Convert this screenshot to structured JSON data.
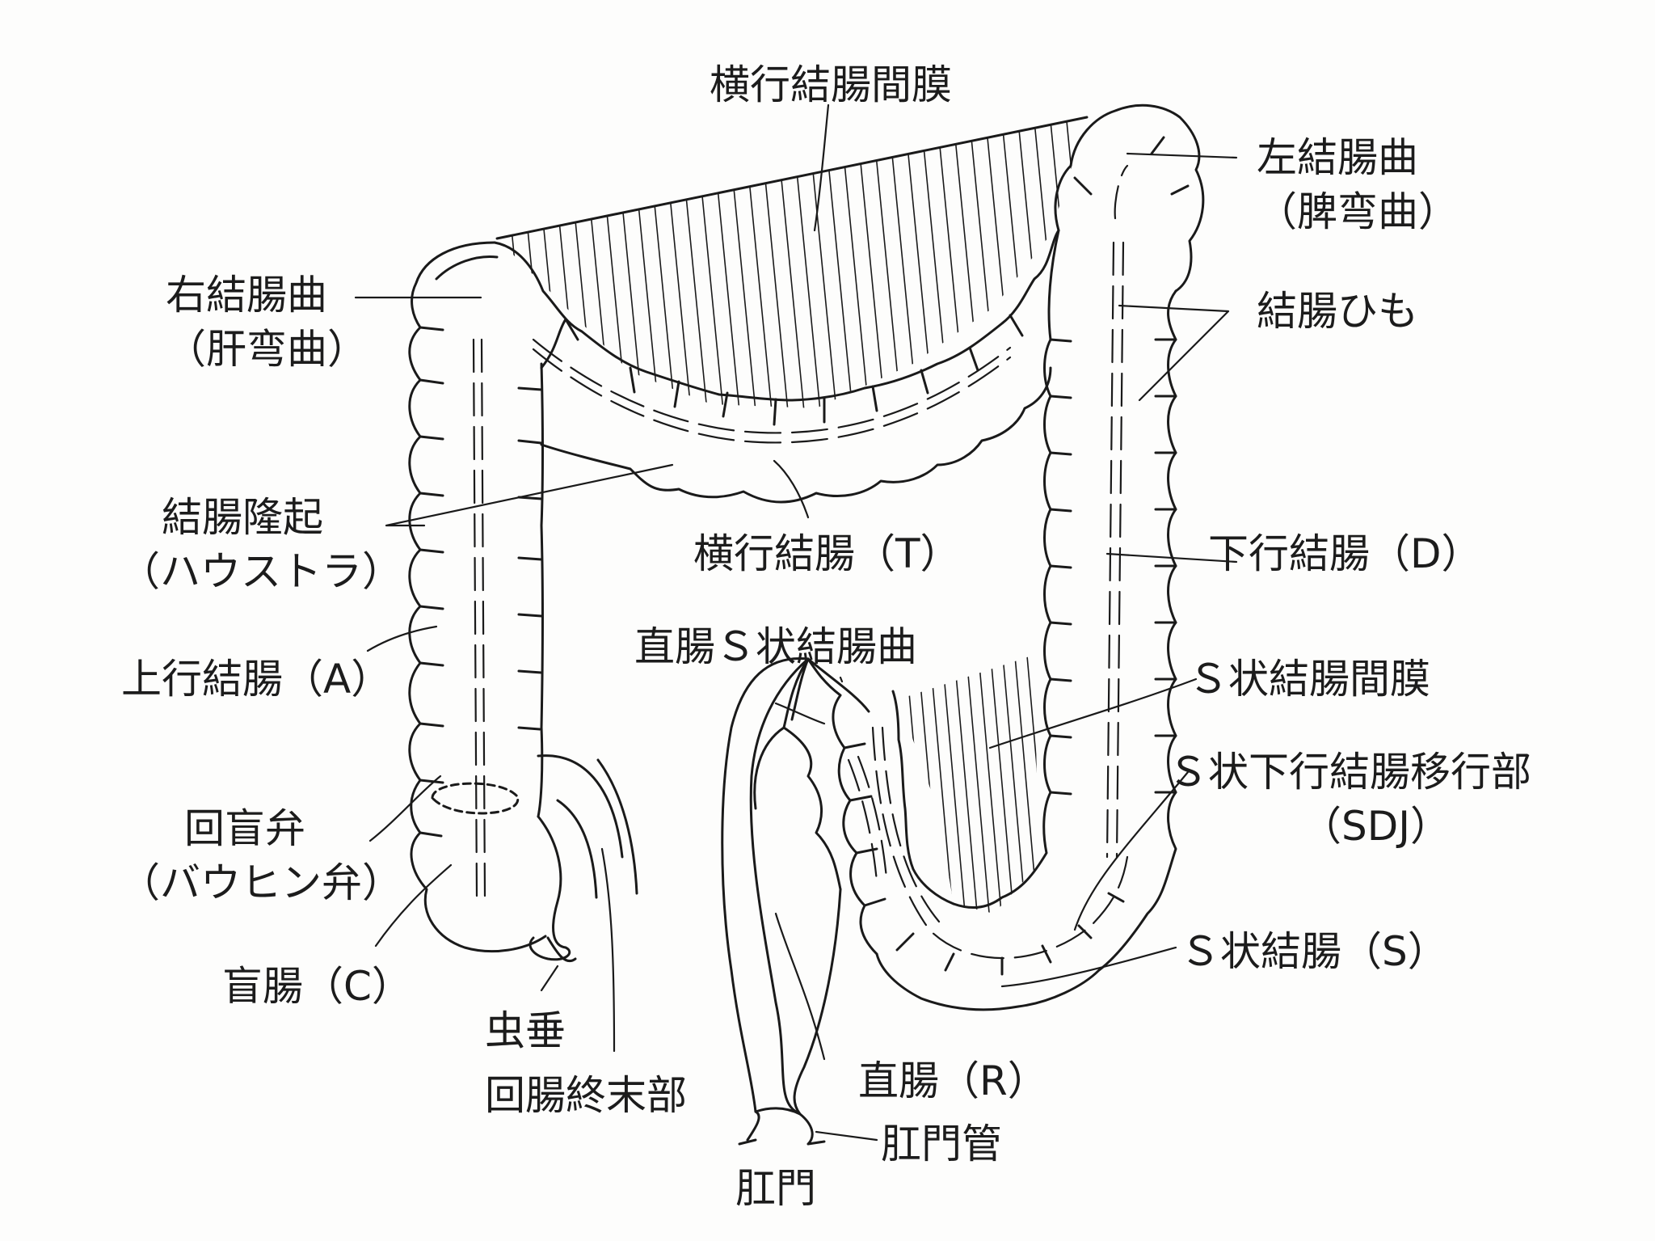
{
  "labels": {
    "transverse_mesocolon": "横行結腸間膜",
    "left_flexure": "左結腸曲",
    "left_flexure_alt": "（脾弯曲）",
    "right_flexure": "右結腸曲",
    "right_flexure_alt": "（肝弯曲）",
    "taenia": "結腸ひも",
    "haustra": "結腸隆起",
    "haustra_alt": "（ハウストラ）",
    "transverse_colon": "横行結腸（T）",
    "descending_colon": "下行結腸（D）",
    "ascending_colon": "上行結腸（A）",
    "rectosigmoid": "直腸Ｓ状結腸曲",
    "sigmoid_mesocolon": "Ｓ状結腸間膜",
    "sdj": "Ｓ状下行結腸移行部",
    "sdj_alt": "（SDJ）",
    "ileocecal_valve": "回盲弁",
    "ileocecal_valve_alt": "（バウヒン弁）",
    "sigmoid_colon": "Ｓ状結腸（S）",
    "cecum": "盲腸（C）",
    "appendix": "虫垂",
    "terminal_ileum": "回腸終末部",
    "rectum": "直腸（R）",
    "anal_canal": "肛門管",
    "anus": "肛門"
  }
}
